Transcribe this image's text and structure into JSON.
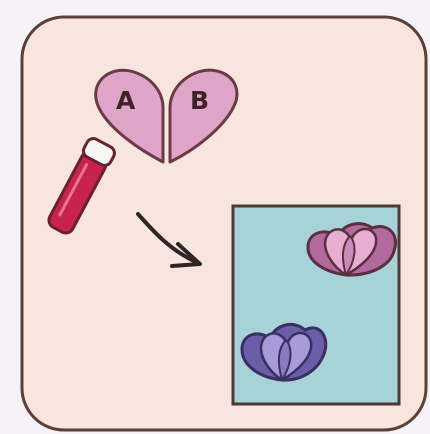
{
  "panel": {
    "background": "#f8e6de",
    "border": "#5a4038"
  },
  "heart": {
    "label_left": "A",
    "label_right": "B",
    "fill": "#dfa5c8",
    "stroke": "#6b3a44",
    "text_color": "#3f2226"
  },
  "tube": {
    "fill": "#c8234e",
    "cap": "#f8f5f4"
  },
  "arrow_icon": "curved-arrow",
  "target_paper": {
    "fill": "#a6d2d8",
    "stroke": "#4a3a36"
  },
  "flower_pink": {
    "colors": [
      "#c98bb7",
      "#e7aed2",
      "#b26a9e"
    ]
  },
  "flower_purple": {
    "colors": [
      "#8a7bc0",
      "#a89cd8",
      "#6b5ea8"
    ]
  }
}
